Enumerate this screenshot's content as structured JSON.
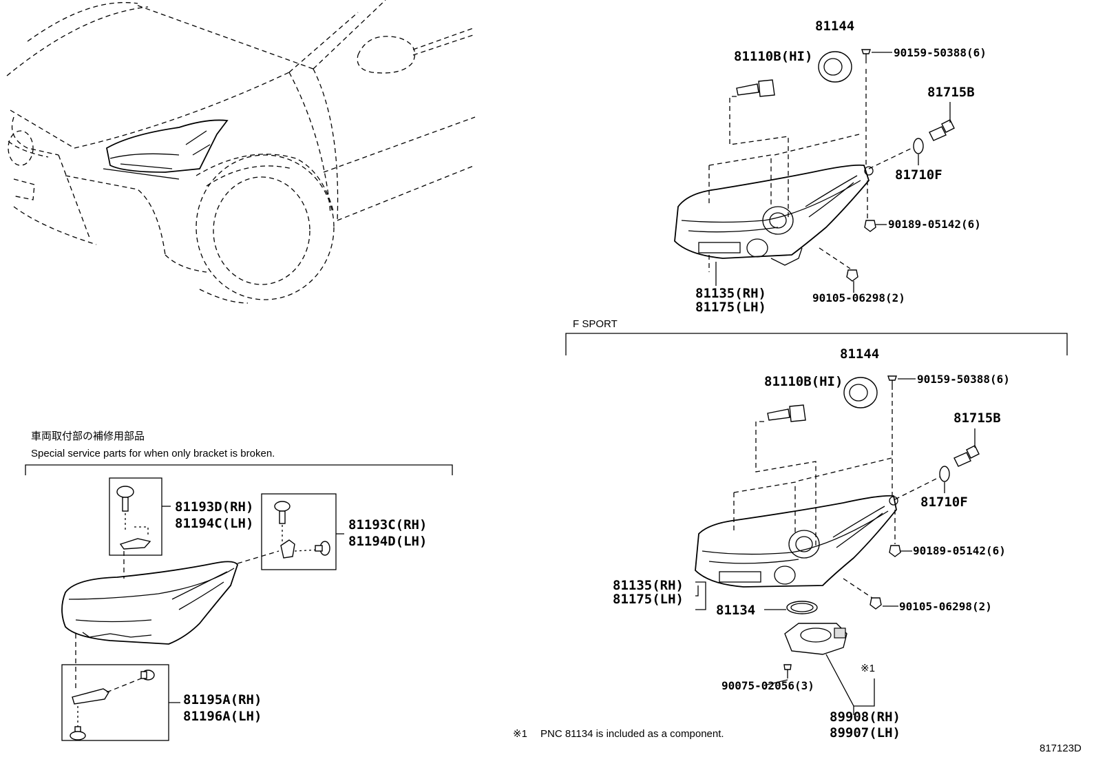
{
  "diagram_id": "817123D",
  "notes": {
    "jp_title": "車両取付部の補修用部品",
    "bracket_note": "Special service parts for when only bracket is broken.",
    "fsport_label": "F SPORT",
    "footnote_mark": "※1",
    "footnote_text": "PNC 81134 is included as a component.",
    "callout_mark": "※1"
  },
  "standard": {
    "cap": "81144",
    "bulb": "81110B(HI)",
    "screw_top": "90159-50388(6)",
    "socket": "81715B",
    "bulb_small": "81710F",
    "clip": "90189-05142(6)",
    "screw_bottom": "90105-06298(2)",
    "lamp_rh": "81135(RH)",
    "lamp_lh": "81175(LH)"
  },
  "fsport": {
    "cap": "81144",
    "bulb": "81110B(HI)",
    "screw_top": "90159-50388(6)",
    "socket": "81715B",
    "bulb_small": "81710F",
    "clip": "90189-05142(6)",
    "lamp_rh": "81135(RH)",
    "lamp_lh": "81175(LH)",
    "gasket": "81134",
    "screw_bottom": "90105-06298(2)",
    "screw_computer": "90075-02056(3)",
    "computer_rh": "89908(RH)",
    "computer_lh": "89907(LH)"
  },
  "bracket_kit": {
    "upper_rh": "81193D(RH)",
    "upper_lh": "81194C(LH)",
    "side_rh": "81193C(RH)",
    "side_lh": "81194D(LH)",
    "lower_rh": "81195A(RH)",
    "lower_lh": "81196A(LH)"
  }
}
